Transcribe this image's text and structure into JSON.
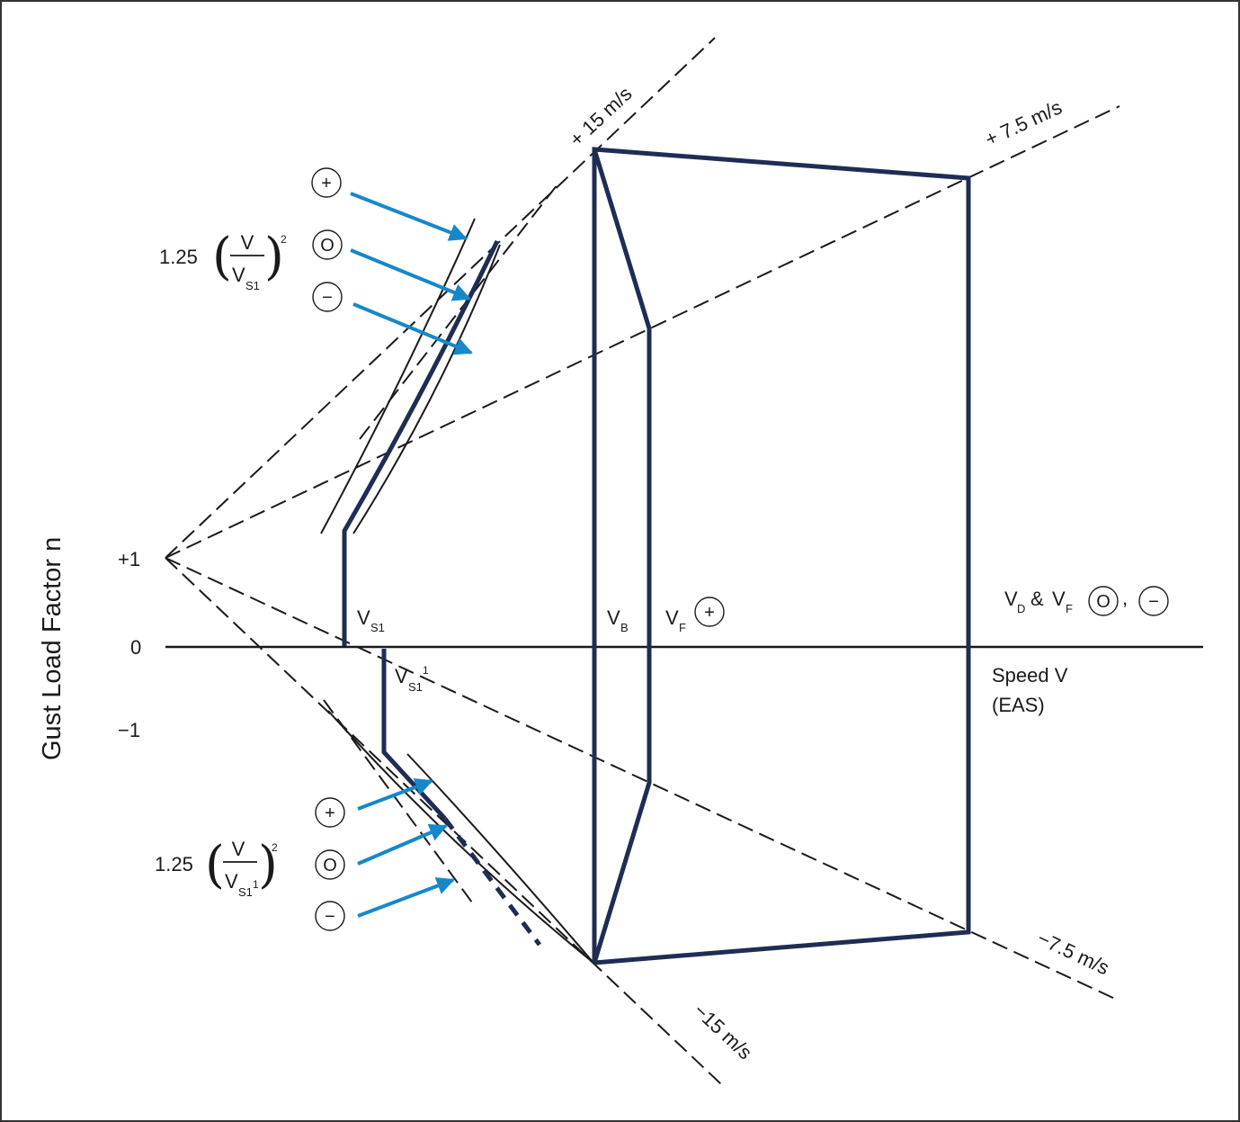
{
  "axes": {
    "y_title": "Gust Load Factor n",
    "y_ticks": [
      "+1",
      "0",
      "−1"
    ],
    "x_title_line1": "Speed V",
    "x_title_line2": "(EAS)"
  },
  "gust_lines": {
    "pos_15": "+ 15 m/s",
    "pos_7_5": "+ 7.5 m/s",
    "neg_7_5": "−7.5 m/s",
    "neg_15": "−15 m/s"
  },
  "speeds": {
    "vs1_main": "V",
    "vs1_sub": "S1",
    "vs1p_main": "V",
    "vs1p_sub": "S1",
    "vs1p_sup": "1",
    "vb_main": "V",
    "vb_sub": "B",
    "vf_main": "V",
    "vf_sub": "F",
    "vd_main": "V",
    "vd_sub": "D",
    "amp": "&",
    "vf2_main": "V",
    "vf2_sub": "F",
    "comma": ","
  },
  "symbols": {
    "plus": "+",
    "zero": "O",
    "minus": "−"
  },
  "formula_upper": {
    "coef": "1.25",
    "num": "V",
    "den_main": "V",
    "den_sub": "S1",
    "exp": "2"
  },
  "formula_lower": {
    "coef": "1.25",
    "num": "V",
    "den_main": "V",
    "den_sub": "S1",
    "den_sup": "1",
    "exp": "2"
  },
  "colors": {
    "envelope": "#1f2d55",
    "arrows": "#1688c9",
    "lines": "#1a1a1a"
  }
}
